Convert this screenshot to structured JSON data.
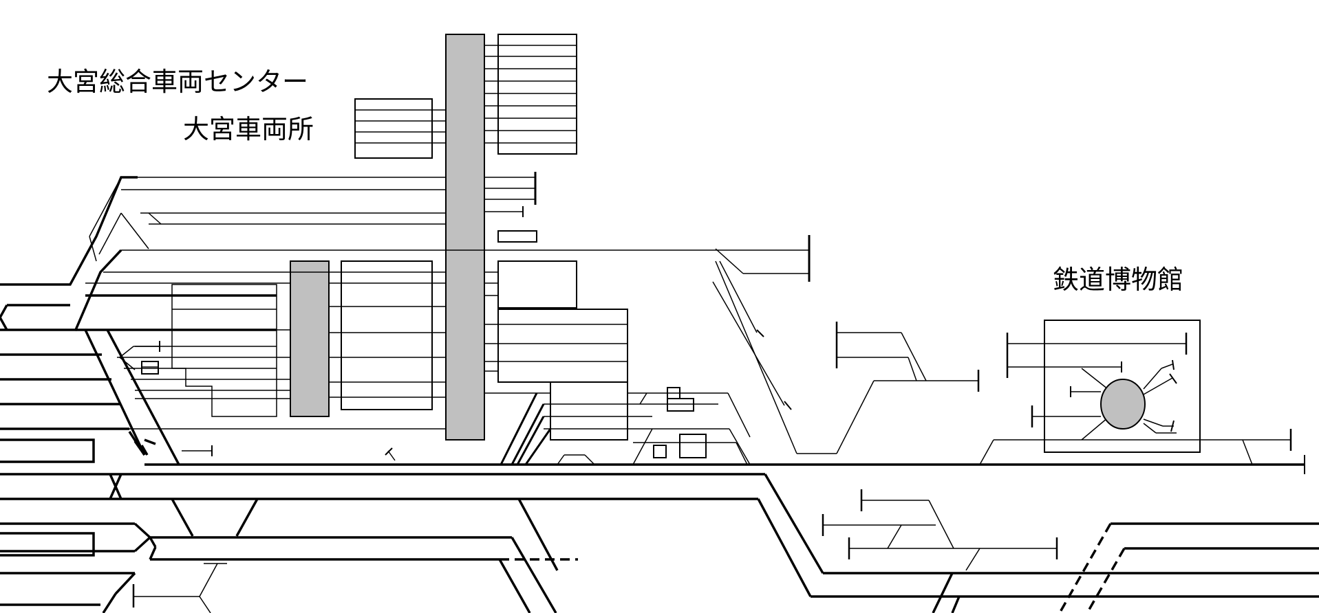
{
  "labels": {
    "omiya_center": "大宮総合車両センター",
    "omiya_depot": "大宮車両所",
    "railway_museum": "鉄道博物館"
  },
  "colors": {
    "background": "#ffffff",
    "track": "#000000",
    "building_fill": "#c0c0c0",
    "turntable_fill": "#c0c0c0"
  },
  "icons": {
    "turntable": "turntable-icon",
    "buffer_stop": "buffer-stop-icon"
  }
}
